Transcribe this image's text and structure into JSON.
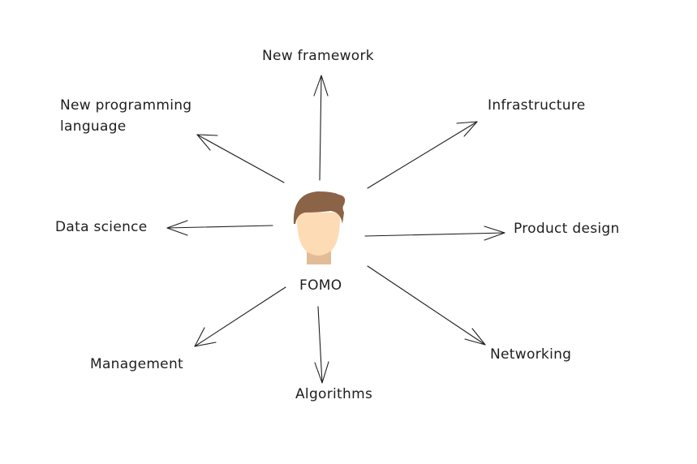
{
  "center": {
    "label": "FOMO"
  },
  "topics": [
    {
      "label": "New framework"
    },
    {
      "label": "Infrastructure"
    },
    {
      "label": "Product design"
    },
    {
      "label": "Networking"
    },
    {
      "label": "Algorithms"
    },
    {
      "label": "Management"
    },
    {
      "label": "Data science"
    },
    {
      "label": "New programming language",
      "lines": [
        "New programming",
        "language"
      ]
    }
  ],
  "colors": {
    "hair": "#8b6347",
    "skin": "#fddbb5",
    "neck": "#e3bc97",
    "stroke": "#1e1e1e"
  }
}
